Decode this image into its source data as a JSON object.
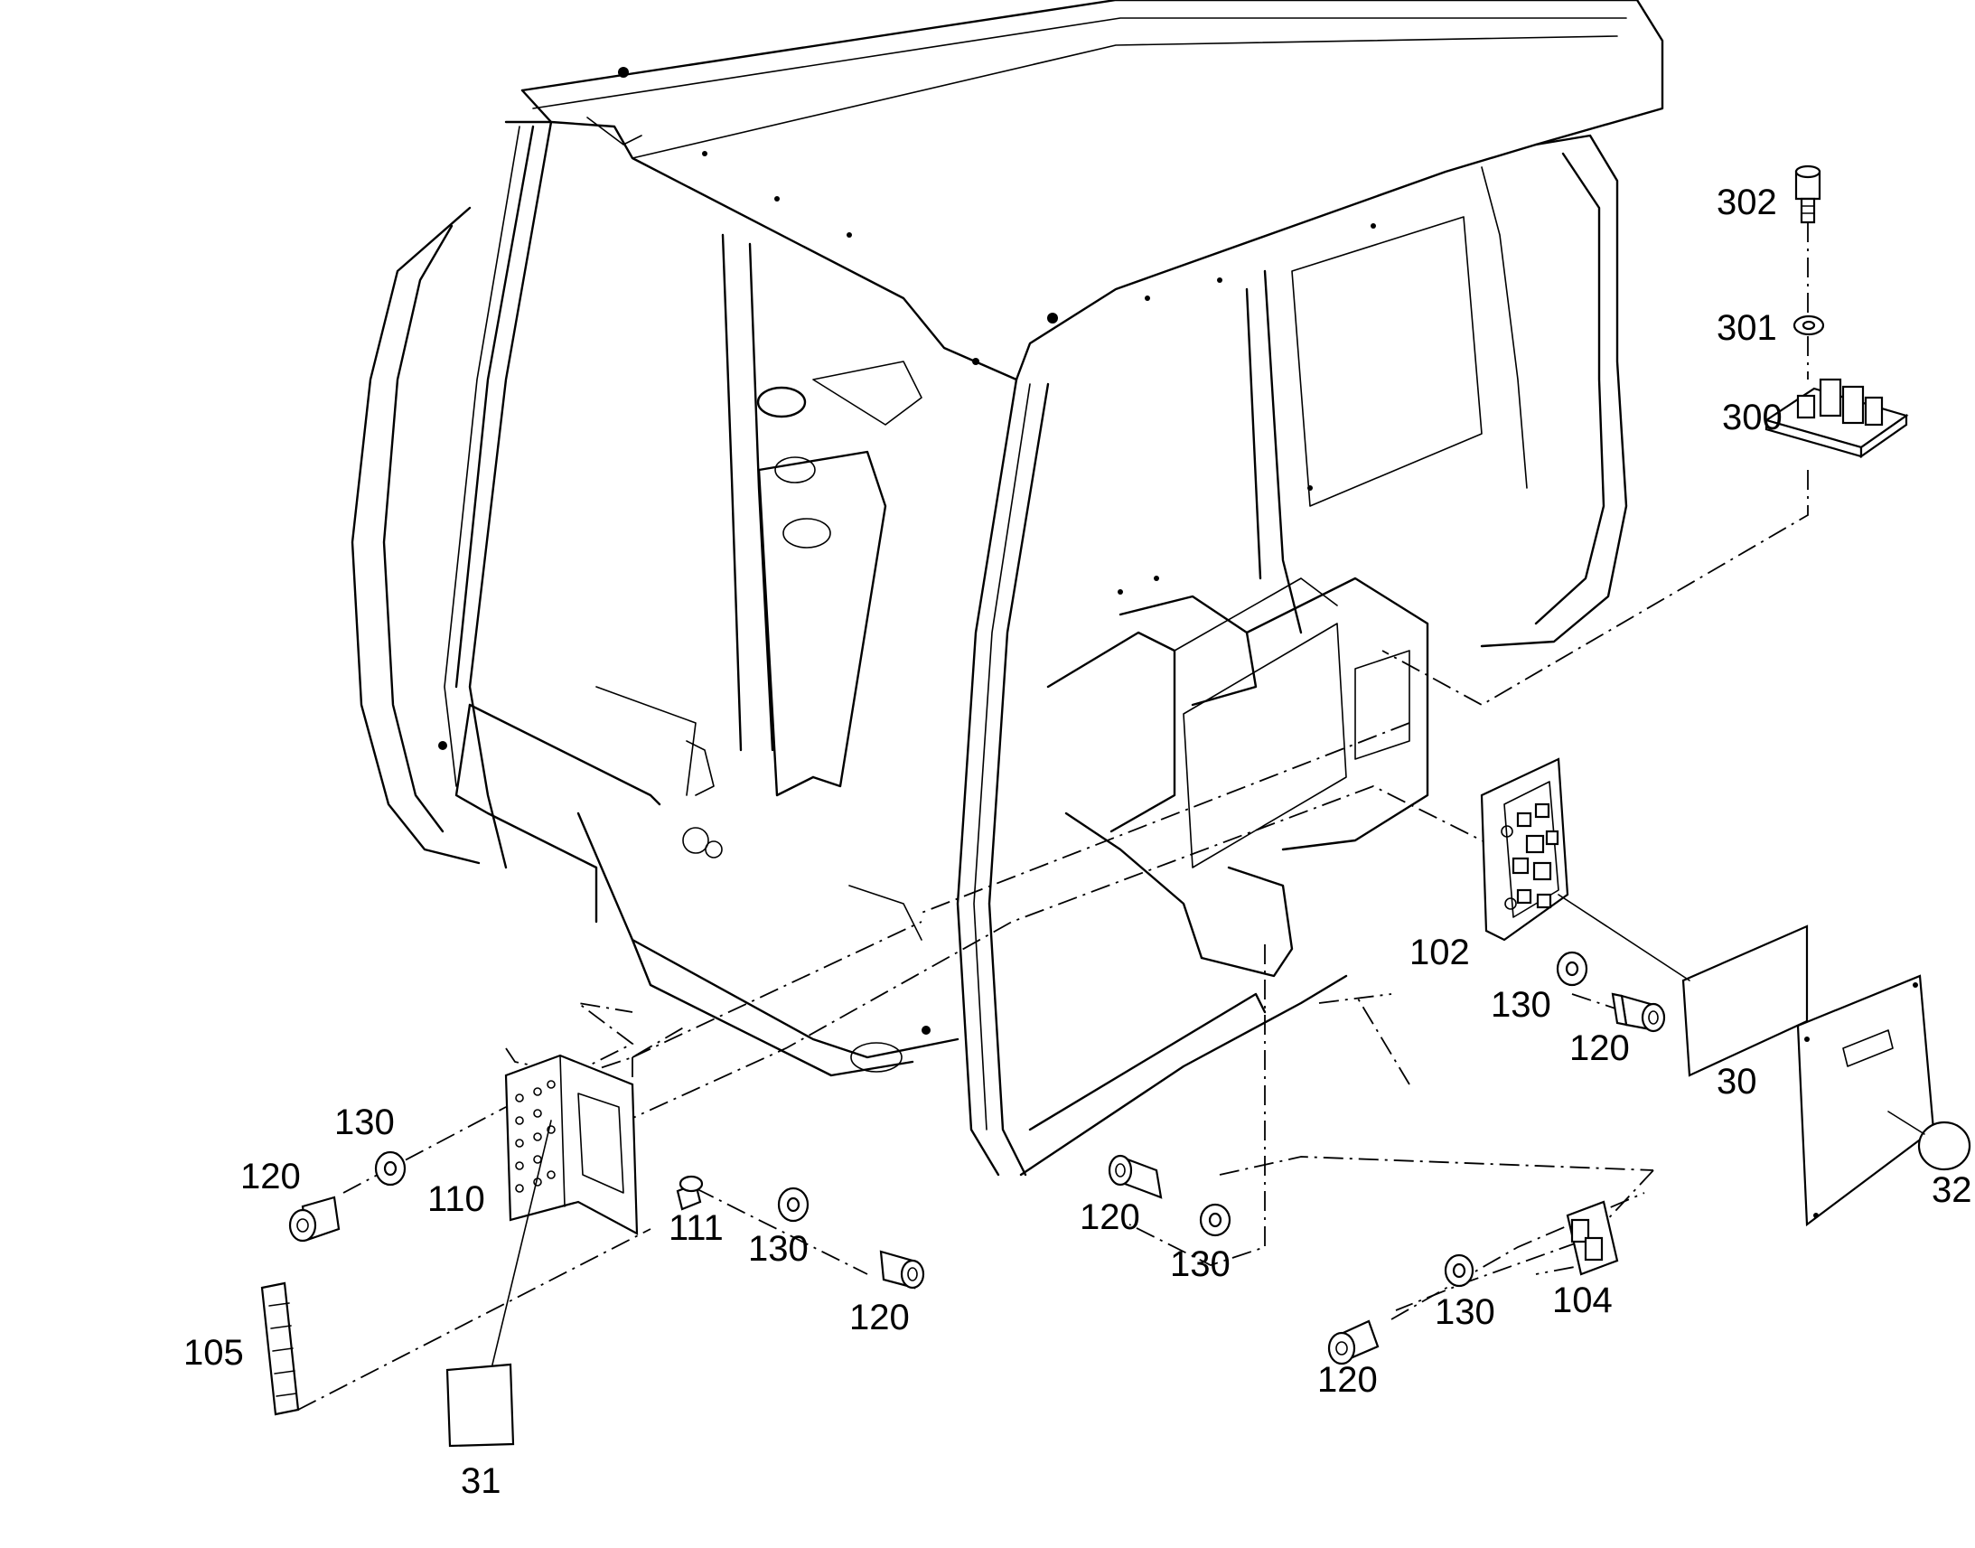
{
  "callouts": {
    "c302": "302",
    "c301": "301",
    "c300": "300",
    "c102": "102",
    "c130a": "130",
    "c120a": "120",
    "c30": "30",
    "c32": "32",
    "c130b": "130",
    "c120b": "120",
    "c110": "110",
    "c111": "111",
    "c130c": "130",
    "c120c": "120",
    "c105": "105",
    "c31": "31",
    "c120d": "120",
    "c130d": "130",
    "c130e": "130",
    "c104": "104",
    "c120e": "120"
  }
}
